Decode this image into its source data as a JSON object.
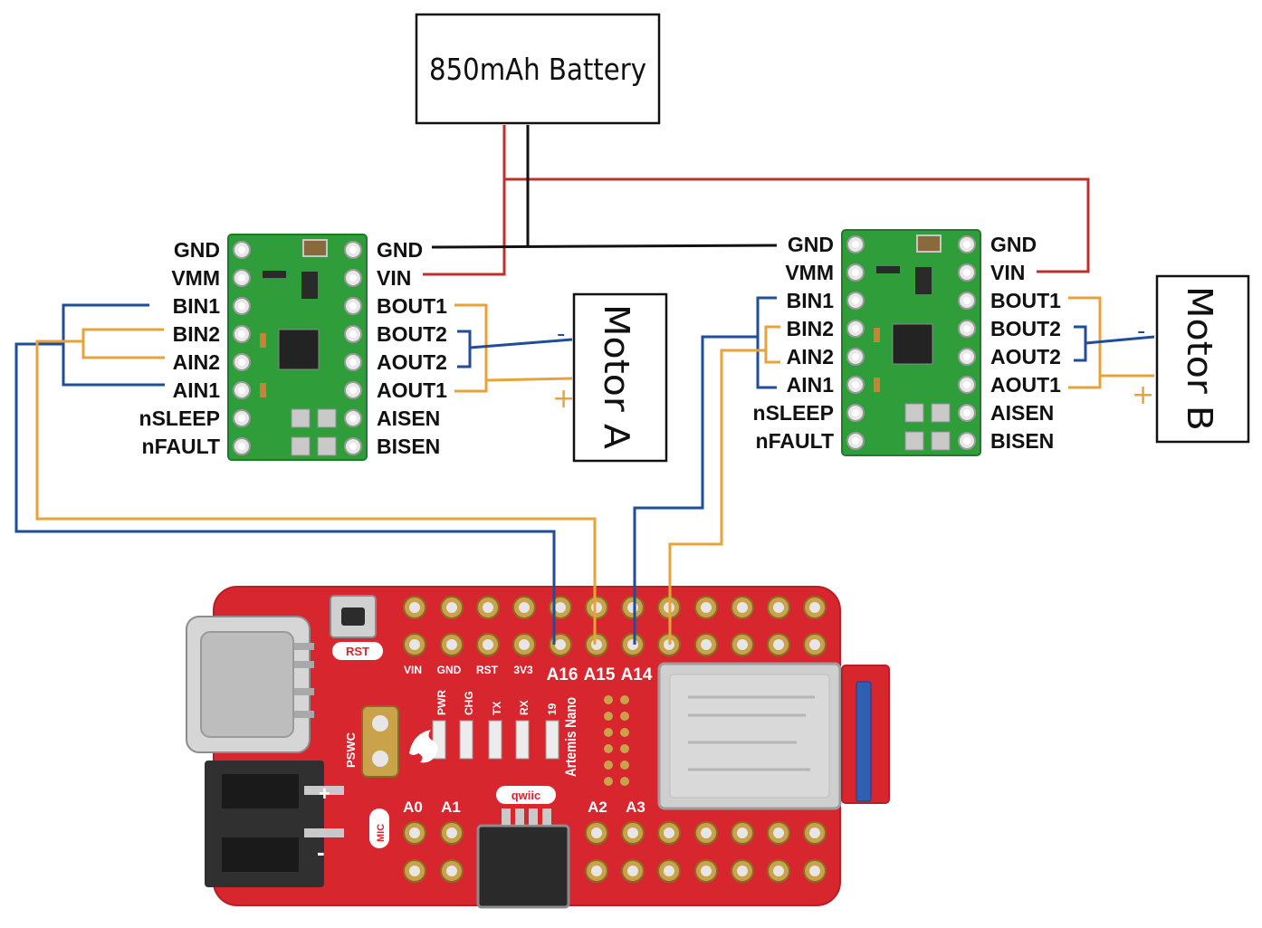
{
  "battery": {
    "label": "850mAh Battery"
  },
  "driver_left": {
    "left_pins": [
      "GND",
      "VMM",
      "BIN1",
      "BIN2",
      "AIN2",
      "AIN1",
      "nSLEEP",
      "nFAULT"
    ],
    "right_pins": [
      "GND",
      "VIN",
      "BOUT1",
      "BOUT2",
      "AOUT2",
      "AOUT1",
      "AISEN",
      "BISEN"
    ]
  },
  "driver_right": {
    "left_pins": [
      "GND",
      "VMM",
      "BIN1",
      "BIN2",
      "AIN2",
      "AIN1",
      "nSLEEP",
      "nFAULT"
    ],
    "right_pins": [
      "GND",
      "VIN",
      "BOUT1",
      "BOUT2",
      "AOUT2",
      "AOUT1",
      "AISEN",
      "BISEN"
    ]
  },
  "motor_a": {
    "label": "Motor A",
    "minus": "-",
    "plus": "+"
  },
  "motor_b": {
    "label": "Motor B",
    "minus": "-",
    "plus": "+"
  },
  "board": {
    "name": "Artemis Nano",
    "rst": "RST",
    "pswc": "PSWC",
    "mic": "MIC",
    "qwiic": "qwiic",
    "header_labels": [
      "VIN",
      "GND",
      "RST",
      "3V3"
    ],
    "pin_labels": [
      "A16",
      "A15",
      "A14"
    ],
    "led_labels": [
      "PWR",
      "CHG",
      "TX",
      "RX",
      "19"
    ],
    "bottom_labels": [
      "A0",
      "A1",
      "A2",
      "A3"
    ],
    "plus_sign": "+",
    "minus_sign": "-"
  },
  "colors": {
    "power": "#c0302a",
    "ground": "#111111",
    "signal_blue": "#1f4d9a",
    "signal_orange": "#e8a23a",
    "driver_pcb": "#2f9e3a",
    "board_pcb": "#d8262f"
  }
}
